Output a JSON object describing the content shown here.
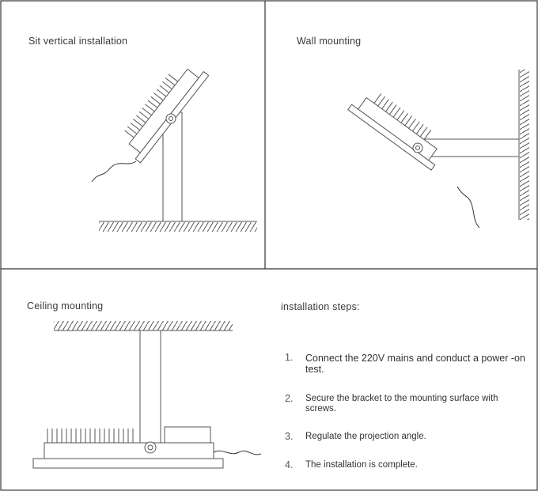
{
  "panels": {
    "sit_vertical": {
      "title": "Sit vertical installation"
    },
    "wall": {
      "title": "Wall mounting"
    },
    "ceiling": {
      "title": "Ceiling mounting"
    },
    "steps_panel": {
      "title": "installation steps:"
    }
  },
  "steps": [
    {
      "number": "1.",
      "text": "Connect the 220V mains and conduct a power -on test."
    },
    {
      "number": "2.",
      "text": "Secure the bracket to the mounting surface with screws."
    },
    {
      "number": "3.",
      "text": "Regulate the projection angle."
    },
    {
      "number": "4.",
      "text": "The installation is complete."
    }
  ],
  "colors": {
    "line": "#555555",
    "border": "#333333",
    "background": "#ffffff"
  }
}
